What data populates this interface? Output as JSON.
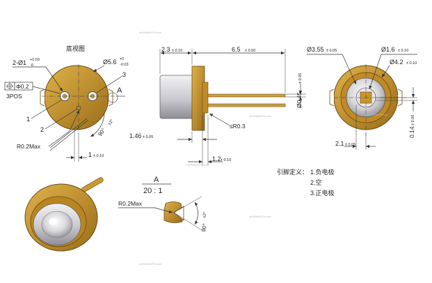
{
  "bottom_view": {
    "title": "底视图",
    "hole_dim_main": "2-Ø1",
    "hole_tol_up": "+0.03",
    "hole_tol_low": "-0",
    "dia_main": "Ø5.6",
    "dia_tol_up": "+0",
    "dia_tol_low": "-0.03",
    "pos_main": "Φ0.2",
    "pos_note": "3POS",
    "pin1": "1",
    "pin2": "2",
    "pin3": "3",
    "section_label": "A",
    "r_main": "R0.2Max",
    "ang_main": "90°",
    "ang_tol": "±2°",
    "off_main": "1",
    "off_tol": "± 0.10"
  },
  "side_view": {
    "d1_main": "2.3",
    "d1_tol": "± 0.10",
    "d2_main": "6.5",
    "d2_tol": "± 0.50",
    "d3_main": "Ø0.45",
    "d3_tol": "± 0.05",
    "d4_main": "1.46",
    "d4_tol": "± 0.05",
    "r_note": "≤R0.3",
    "d5_main": "1.2",
    "d5_tol": "± 0.10"
  },
  "front_view": {
    "d1_main": "Ø3.55",
    "d1_tol": "± 0.05",
    "d2_main": "Ø1.6",
    "d2_tol": "± 0.10",
    "d3_main": "Ø4.2",
    "d3_tol": "± 0.10",
    "d4_main": "2.1",
    "d4_tol": "± 0.05",
    "d5_main": "0.14",
    "d5_tol": "± 0.06"
  },
  "detail": {
    "label": "A",
    "scale": "20 : 1",
    "r_main": "R0.2Max",
    "ang_main": "90°",
    "ang_tol": "±2°"
  },
  "pin_def": {
    "title": "引脚定义：",
    "items": [
      "1.负电极",
      "2.空",
      "3.正电极"
    ]
  },
  "watermark": "cn084hfd2f7rnozs"
}
